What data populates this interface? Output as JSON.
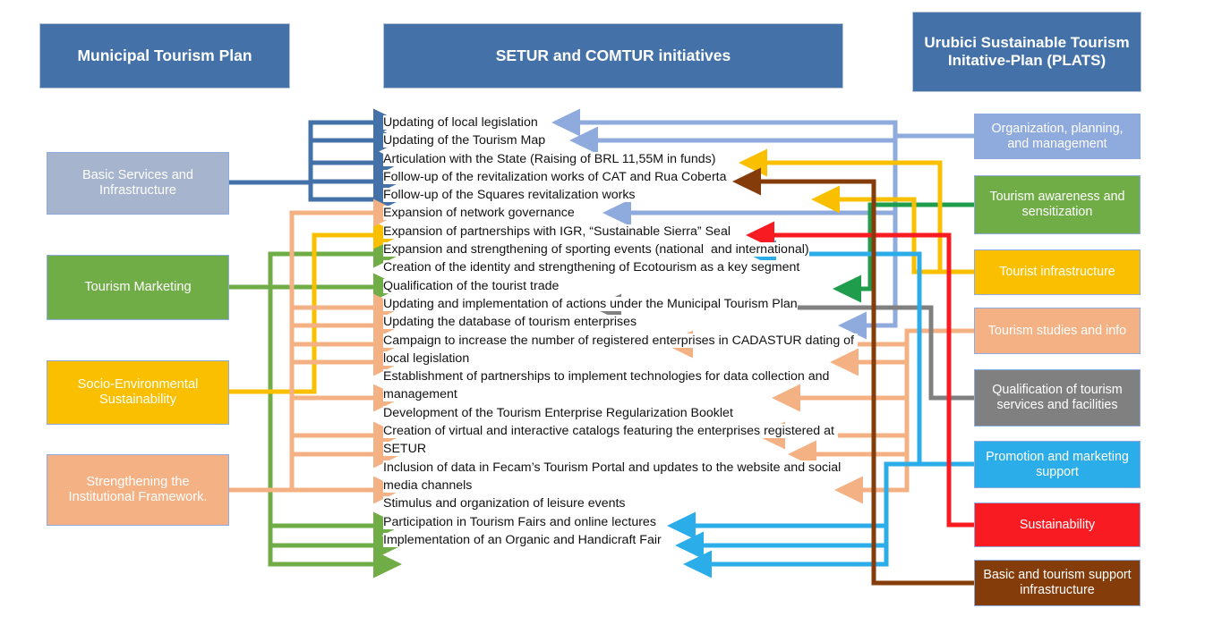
{
  "headers": [
    {
      "id": "municipal-tourism-plan",
      "label": "Municipal Tourism Plan"
    },
    {
      "id": "setur-comtur-initiatives",
      "label": "SETUR and COMTUR initiatives"
    },
    {
      "id": "plats",
      "label": "Urubici Sustainable Tourism Initative-Plan (PLATS)"
    }
  ],
  "left_column": {
    "title": "Municipal Tourism Plan",
    "items": [
      {
        "id": "basic-services-and-infrastructure",
        "label": "Basic Services and Infrastructure",
        "color": "#a6b4cd"
      },
      {
        "id": "tourism-marketing",
        "label": "Tourism Marketing",
        "color": "#70ad47"
      },
      {
        "id": "socio-environmental-sustainability",
        "label": "Socio-Environmental Sustainability",
        "color": "#fac000"
      },
      {
        "id": "strengthening-the-institutional-framework",
        "label": "Strengthening the Institutional Framework.",
        "color": "#f4b183"
      }
    ]
  },
  "right_column": {
    "title": "Urubici Sustainable Tourism Initative-Plan (PLATS)",
    "items": [
      {
        "id": "organization-planning-and-management",
        "label": "Organization, planning, and management",
        "color": "#8faadc"
      },
      {
        "id": "tourism-awareness-and-sensitization",
        "label": "Tourism awareness and sensitization",
        "color": "#70ad47"
      },
      {
        "id": "tourist-infrastructure",
        "label": "Tourist infrastructure",
        "color": "#fac000"
      },
      {
        "id": "tourism-studies-and-info",
        "label": "Tourism studies and info",
        "color": "#f4b183"
      },
      {
        "id": "qualification-of-tourism-services-and-facilities",
        "label": "Qualification of tourism services and facilities",
        "color": "#808080"
      },
      {
        "id": "promotion-and-marketing-support",
        "label": "Promotion and marketing support",
        "color": "#2badea"
      },
      {
        "id": "sustainability",
        "label": "Sustainability",
        "color": "#f81c22"
      },
      {
        "id": "basic-and-tourism-support-infrastructure",
        "label": "Basic and tourism support infrastructure",
        "color": "#843c0b"
      }
    ]
  },
  "center_column": {
    "title": "SETUR and COMTUR initiatives",
    "items": [
      {
        "id": "updating-of-local-legislation",
        "label": "Updating of local legislation",
        "from_left": "#4472a8",
        "from_right": "#8faadc"
      },
      {
        "id": "updating-of-the-tourism-map",
        "label": "Updating of the Tourism Map",
        "from_left": "#4472a8",
        "from_right": "#8faadc"
      },
      {
        "id": "articulation-with-the-state",
        "label": "Articulation with the State (Raising of BRL 11,55M in funds)",
        "from_left": "#4472a8",
        "from_right": "#fac000"
      },
      {
        "id": "follow-up-cat-rua-coberta",
        "label": "Follow-up of the revitalization works of CAT and Rua Coberta",
        "from_left": "#4472a8",
        "from_right": "#843c0b"
      },
      {
        "id": "follow-up-squares-revitalization",
        "label": "Follow-up of the Squares revitalization works",
        "from_left": "#4472a8",
        "from_right": "#fac000"
      },
      {
        "id": "expansion-of-network-governance",
        "label": "Expansion of network governance",
        "from_left": "#f4b183",
        "from_right": "#8faadc"
      },
      {
        "id": "expansion-of-partnerships-igr",
        "label": "Expansion of partnerships with IGR, “Sustainable Sierra” Seal",
        "from_left": "#fac000",
        "from_right": "#f81c22"
      },
      {
        "id": "expansion-sporting-events",
        "label": "Expansion and strengthening of sporting events (national  and international)",
        "from_left": "#70ad47",
        "from_right": "#2badea"
      },
      {
        "id": "creation-identity-ecotourism",
        "label": "Creation of the identity and strengthening of Ecotourism as a key segment",
        "from_left": "#70ad47",
        "from_right": "#1f9d4d"
      },
      {
        "id": "qualification-of-the-tourist-trade",
        "label": "Qualification of the tourist trade",
        "from_left": "#f4b183",
        "from_right": "#808080"
      },
      {
        "id": "updating-implementation-actions-mtp",
        "label": "Updating and implementation of actions under the Municipal Tourism Plan",
        "from_left": "#f4b183",
        "from_right": "#8faadc"
      },
      {
        "id": "updating-database-tourism-enterprises",
        "label": "Updating the database of tourism enterprises",
        "from_left": "#f4b183",
        "from_right": "#f4b183"
      },
      {
        "id": "campaign-cadastur",
        "label": "Campaign to increase the number of registered enterprises in CADASTUR dating of local legislation",
        "from_left": "#f4b183",
        "from_right": "#f4b183"
      },
      {
        "id": "establishment-partnerships-technologies",
        "label": "Establishment of partnerships to implement technologies for data collection and management",
        "from_left": "#f4b183",
        "from_right": "#f4b183"
      },
      {
        "id": "development-regularization-booklet",
        "label": "Development of the Tourism Enterprise Regularization Booklet",
        "from_left": "#f4b183",
        "from_right": "#f4b183"
      },
      {
        "id": "creation-virtual-catalogs",
        "label": "Creation of virtual and interactive catalogs featuring the enterprises registered at SETUR",
        "from_left": "#f4b183",
        "from_right": "#f4b183"
      },
      {
        "id": "inclusion-data-fecam-portal",
        "label": "Inclusion of data in Fecam’s Tourism Portal and updates to the website and social media channels",
        "from_left": "#f4b183",
        "from_right": "#f4b183"
      },
      {
        "id": "stimulus-leisure-events",
        "label": "Stimulus and organization of leisure events",
        "from_left": "#70ad47",
        "from_right": "#2badea"
      },
      {
        "id": "participation-tourism-fairs",
        "label": "Participation in Tourism Fairs and online lectures",
        "from_left": "#70ad47",
        "from_right": "#2badea"
      },
      {
        "id": "implementation-organic-handicraft-fair",
        "label": "Implementation of an Organic and Handicraft Fair",
        "from_left": "#70ad47",
        "from_right": "#2badea"
      }
    ]
  },
  "colors": {
    "header_blue": "#4472a8",
    "blue_dark": "#4472a8",
    "blue_light": "#8faadc",
    "green": "#70ad47",
    "green_bright": "#1f9d4d",
    "yellow": "#fac000",
    "peach": "#f4b183",
    "gray": "#808080",
    "cyan": "#2badea",
    "red": "#f81c22",
    "brown": "#843c0b",
    "background": "#ffffff",
    "text_dark": "#111111",
    "text_light": "#ffffff"
  }
}
